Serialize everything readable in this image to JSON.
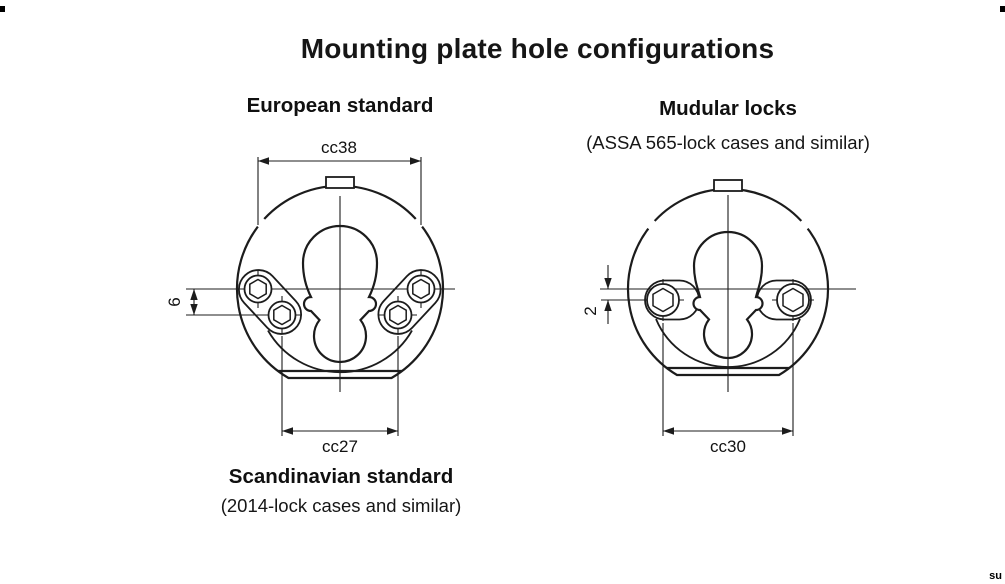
{
  "page": {
    "title": "Mounting plate hole configurations",
    "watermark": "su"
  },
  "european": {
    "heading": "European standard",
    "dim_top": "cc38",
    "dim_offset": "6",
    "dim_bottom": "cc27",
    "caption_heading": "Scandinavian standard",
    "caption_sub": "(2014-lock cases and similar)"
  },
  "modular": {
    "heading": "Mudular locks",
    "subheading": "(ASSA 565-lock cases and similar)",
    "dim_offset": "2",
    "dim_bottom": "cc30"
  }
}
